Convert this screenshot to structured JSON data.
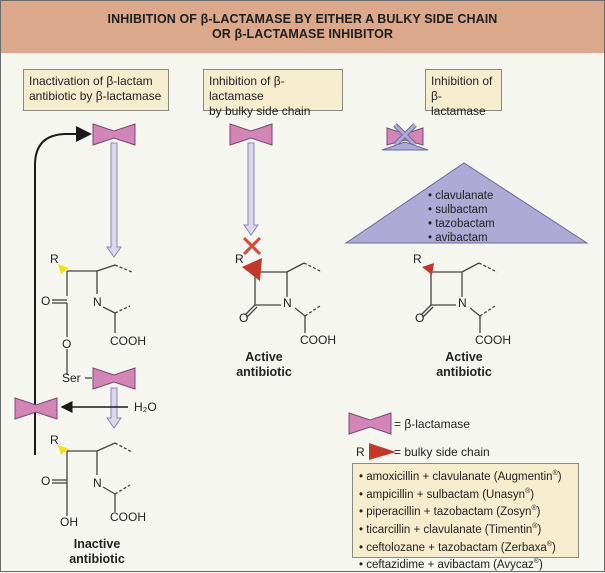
{
  "title": {
    "line1": "INHIBITION OF β-LACTAMASE BY EITHER A BULKY SIDE CHAIN",
    "line2": "OR β-LACTAMASE INHIBITOR"
  },
  "panels": [
    {
      "label_line1": "Inactivation of β-lactam",
      "label_line2": "antibiotic by β-lactamase",
      "caption_line1": "Inactive",
      "caption_line2": "antibiotic"
    },
    {
      "label_line1": "Inhibition of β-lactamase",
      "label_line2": "by bulky side chain",
      "caption_line1": "Active",
      "caption_line2": "antibiotic"
    },
    {
      "label_line1": "Inhibition of",
      "label_line2": "β-lactamase",
      "caption_line1": "Active",
      "caption_line2": "antibiotic"
    }
  ],
  "chem_labels": {
    "r": "R",
    "o": "O",
    "n": "N",
    "cooh": "COOH",
    "ser": "Ser",
    "water": "H₂O",
    "oh": "OH"
  },
  "inhibitors": [
    "• clavulanate",
    "• sulbactam",
    "• tazobactam",
    "• avibactam"
  ],
  "legend": {
    "enzyme": "= β-lactamase",
    "side_chain_r": "R",
    "side_chain": "= bulky side chain"
  },
  "combinations": [
    {
      "text": "• amoxicillin + clavulanate (Augmentin",
      "mark": "®",
      "close": ")"
    },
    {
      "text": "• ampicillin + sulbactam (Unasyn",
      "mark": "®",
      "close": ")"
    },
    {
      "text": "• piperacillin + tazobactam (Zosyn",
      "mark": "®",
      "close": ")"
    },
    {
      "text": "• ticarcillin + clavulanate (Timentin",
      "mark": "®",
      "close": ")"
    },
    {
      "text": "• ceftolozane + tazobactam (Zerbaxa",
      "mark": "®",
      "close": ")"
    },
    {
      "text": "• ceftazidime + avibactam (Avycaz",
      "mark": "®",
      "close": ")"
    }
  ],
  "colors": {
    "header": "#dca88b",
    "enzyme": "#d385b8",
    "inhibitor": "#aeaad6",
    "side_chain": "#c0392b",
    "r_group": "#f2e01a",
    "label_box": "#f6ecce",
    "block_x": "#d9473a"
  }
}
